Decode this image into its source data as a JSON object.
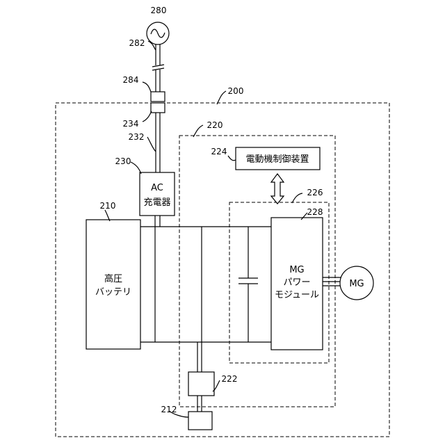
{
  "refs": {
    "r280": "280",
    "r282": "282",
    "r284": "284",
    "r200": "200",
    "r220": "220",
    "r234": "234",
    "r232": "232",
    "r224": "224",
    "r230": "230",
    "r226": "226",
    "r210": "210",
    "r228": "228",
    "r222": "222",
    "r212": "212"
  },
  "components": {
    "controller": "電動機制御装置",
    "ac_charger_line1": "AC",
    "ac_charger_line2": "充電器",
    "battery_line1": "高圧",
    "battery_line2": "バッテリ",
    "mg_module_line1": "MG",
    "mg_module_line2": "パワー",
    "mg_module_line3": "モジュール",
    "motor": "MG"
  }
}
